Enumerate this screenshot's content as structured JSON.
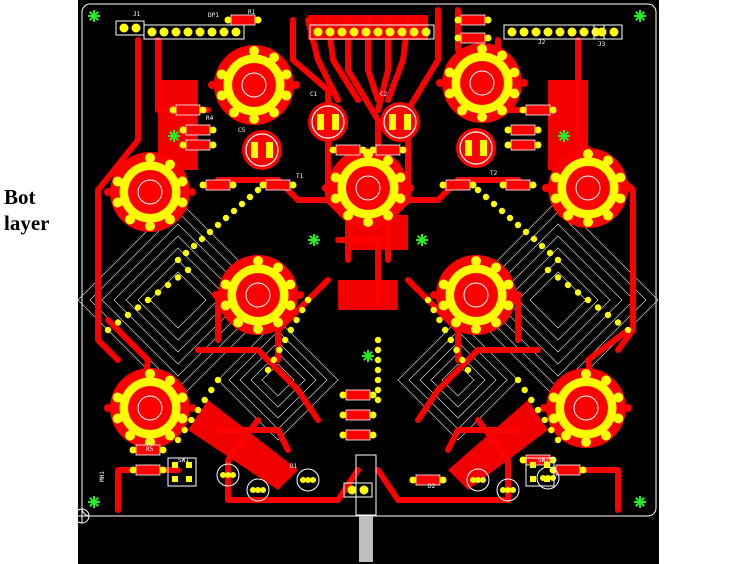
{
  "layer_label": {
    "line1": "Bot",
    "line2": "layer"
  },
  "colors": {
    "background": "#000000",
    "copper": "#ff0000",
    "pads": "#ffff00",
    "silkscreen": "#ffffff",
    "fiducials": "#22ee22",
    "page": "#ffffff"
  },
  "silkscreen_labels": {
    "j1": "J1",
    "dp1": "DP1",
    "r1": "R1",
    "j2": "J2",
    "j3": "J3",
    "r4": "R4",
    "r5": "R5",
    "c1": "C1",
    "c2": "C2",
    "c5": "C5",
    "t1": "T1",
    "t2": "T2",
    "sw1": "SW1",
    "sw2": "SW2",
    "d1": "D1",
    "d2": "D2",
    "mh1": "MH1"
  }
}
